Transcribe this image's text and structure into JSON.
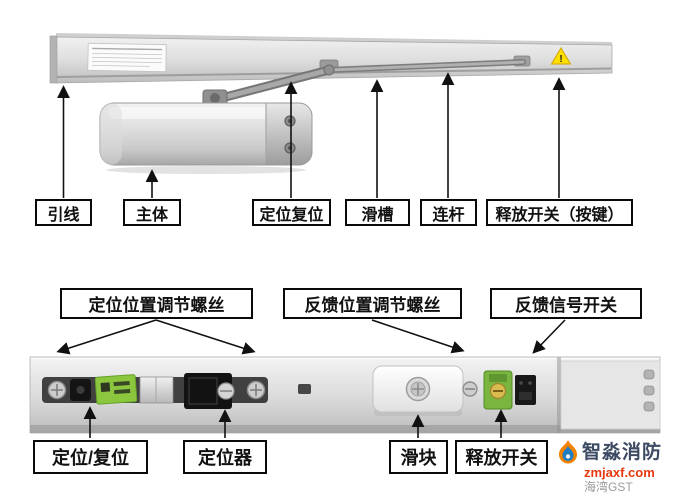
{
  "top_diagram": {
    "labels": [
      {
        "text": "引线"
      },
      {
        "text": "主体"
      },
      {
        "text": "定位复位"
      },
      {
        "text": "滑槽"
      },
      {
        "text": "连杆"
      },
      {
        "text": "释放开关（按键）"
      }
    ],
    "warning_mark": "!"
  },
  "bottom_diagram": {
    "top_labels": [
      {
        "text": "定位位置调节螺丝"
      },
      {
        "text": "反馈位置调节螺丝"
      },
      {
        "text": "反馈信号开关"
      }
    ],
    "bottom_labels": [
      {
        "text": "定位/复位"
      },
      {
        "text": "定位器"
      },
      {
        "text": "滑块"
      },
      {
        "text": "释放开关"
      }
    ]
  },
  "watermark": {
    "brand": "智淼消防",
    "url": "zmjaxf.com",
    "subtitle": "海湾GST"
  }
}
